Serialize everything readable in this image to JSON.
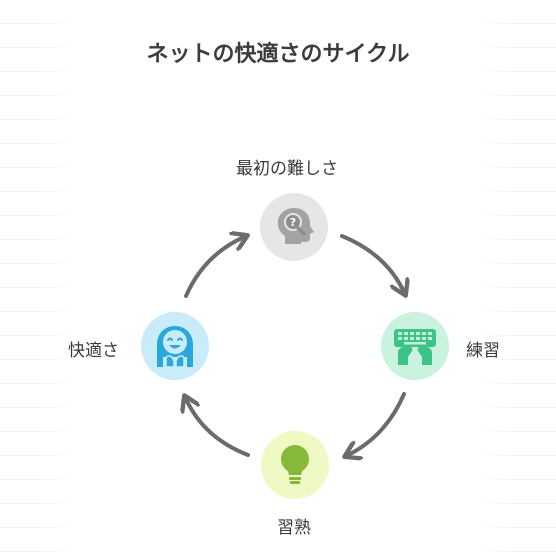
{
  "title": "ネットの快適さのサイクル",
  "nodes": [
    {
      "id": "start",
      "label": "最初の難しさ",
      "icon": "question-head-icon",
      "bg": "#e6e6e6",
      "fg": "#9b9b9b"
    },
    {
      "id": "practice",
      "label": "練習",
      "icon": "keyboard-hands-icon",
      "bg": "#c9f3de",
      "fg": "#3cc487"
    },
    {
      "id": "mastery",
      "label": "習熟",
      "icon": "lightbulb-icon",
      "bg": "#eef9c4",
      "fg": "#86b83a"
    },
    {
      "id": "comfort",
      "label": "快適さ",
      "icon": "happy-person-icon",
      "bg": "#c9ecfa",
      "fg": "#2aa8dc"
    }
  ],
  "colors": {
    "arrow": "#6b6b6b",
    "title": "#3c3c3c"
  }
}
